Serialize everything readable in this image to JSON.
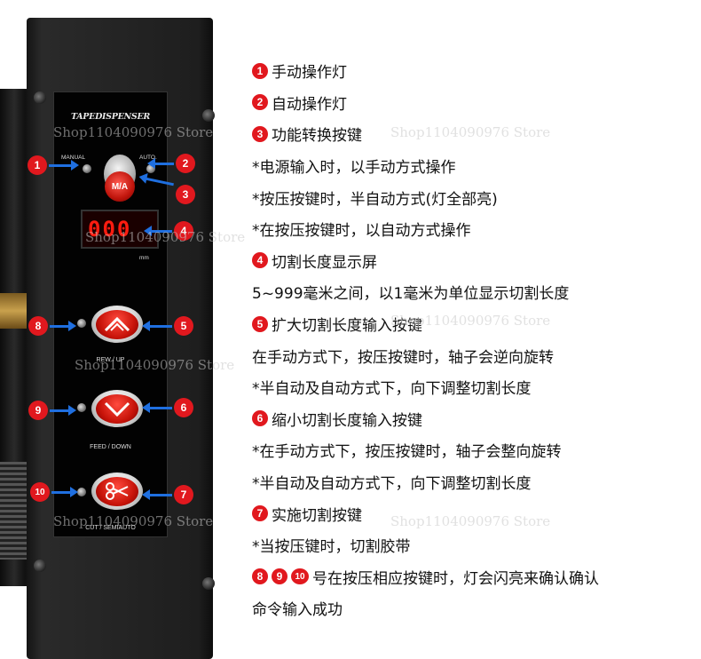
{
  "panel": {
    "brand": "TAPEDISPENSER",
    "manual_label": "MANUAL",
    "auto_label": "AUTO.",
    "ma_button": "M/A",
    "display_value": "000",
    "display_unit": "mm",
    "rew_label": "REW / UP",
    "feed_label": "FEED / DOWN",
    "cut_label": "CUT / SEMIAUTO"
  },
  "callouts": [
    "1",
    "2",
    "3",
    "4",
    "5",
    "6",
    "7",
    "8",
    "9",
    "10"
  ],
  "watermark": "Shop1104090976 Store",
  "description": {
    "lines": [
      {
        "num": "1",
        "text": "手动操作灯"
      },
      {
        "num": "2",
        "text": "自动操作灯"
      },
      {
        "num": "3",
        "text": "功能转换按键"
      },
      {
        "num": "",
        "text": "*电源输入时，以手动方式操作"
      },
      {
        "num": "",
        "text": "*按压按键时，半自动方式(灯全部亮)"
      },
      {
        "num": "",
        "text": "*在按压按键时，以自动方式操作"
      },
      {
        "num": "4",
        "text": "切割长度显示屏"
      },
      {
        "num": "",
        "text": "5~999毫米之间，以1毫米为单位显示切割长度"
      },
      {
        "num": "5",
        "text": "扩大切割长度输入按键"
      },
      {
        "num": "",
        "text": "在手动方式下，按压按键时，轴子会逆向旋转"
      },
      {
        "num": "",
        "text": "*半自动及自动方式下，向下调整切割长度"
      },
      {
        "num": "6",
        "text": "缩小切割长度输入按键"
      },
      {
        "num": "",
        "text": "*在手动方式下，按压按键时，轴子会整向旋转"
      },
      {
        "num": "",
        "text": "*半自动及自动方式下，向下调整切割长度"
      },
      {
        "num": "7",
        "text": "实施切割按键"
      },
      {
        "num": "",
        "text": "*当按压键时，切割胶带"
      },
      {
        "num": "8,9,10",
        "text": "号在按压相应按键时，灯会闪亮来确认确认"
      },
      {
        "num": "",
        "text": "命令输入成功"
      }
    ]
  },
  "colors": {
    "callout_red": "#e1181e",
    "arrow_blue": "#1f6fe0",
    "button_red": "#c8140a",
    "display_red": "#ff1c10"
  }
}
